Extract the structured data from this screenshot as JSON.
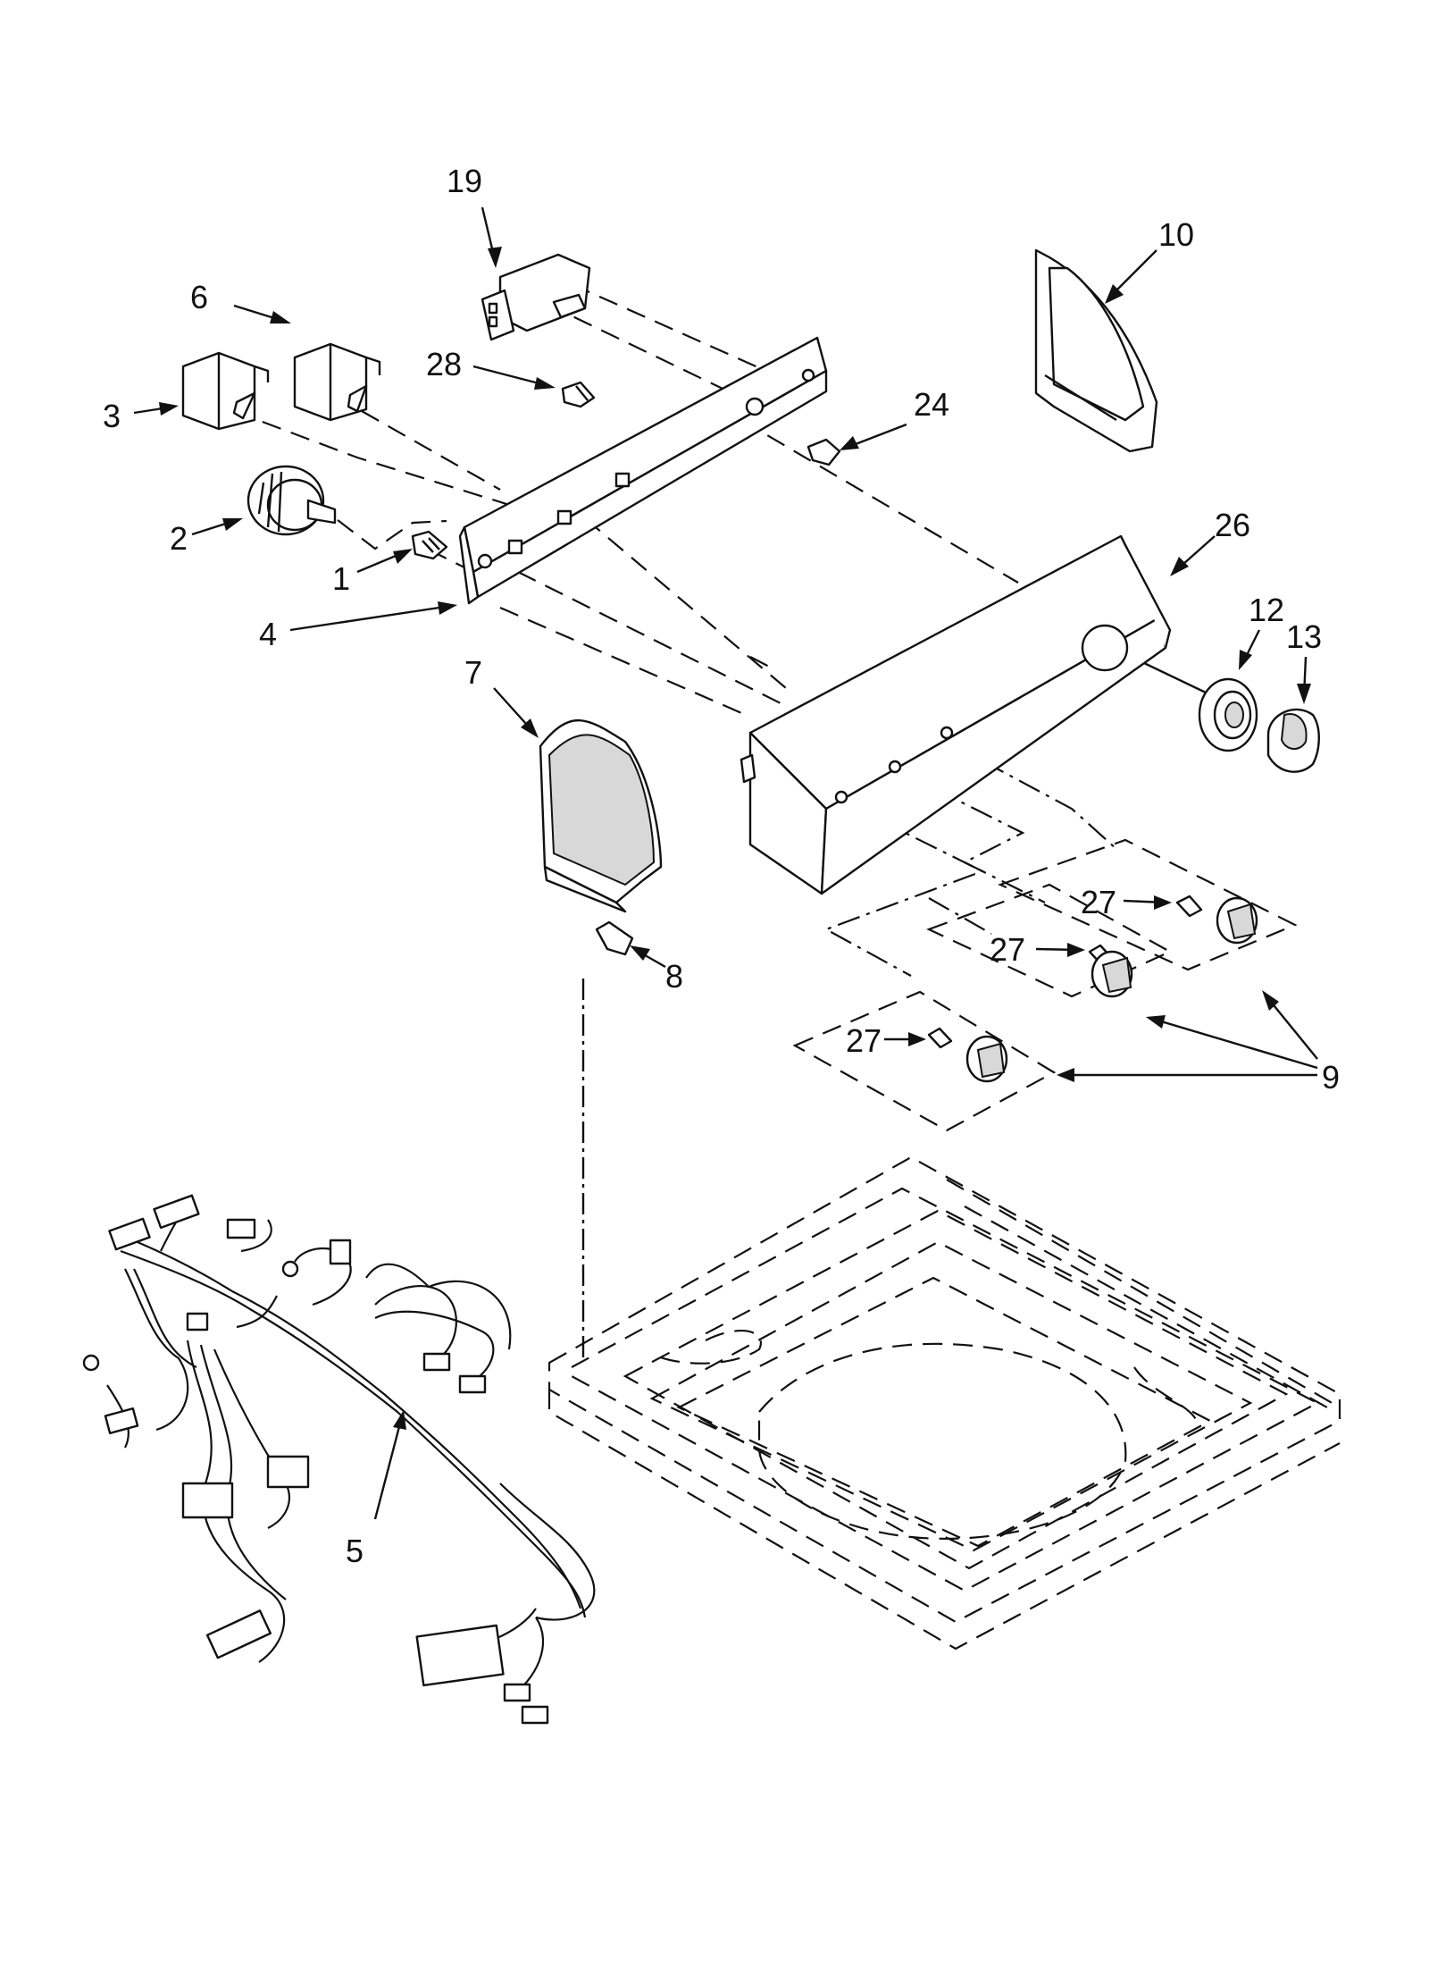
{
  "diagram": {
    "callouts": [
      {
        "id": "c19",
        "text": "19"
      },
      {
        "id": "c10",
        "text": "10"
      },
      {
        "id": "c6",
        "text": "6"
      },
      {
        "id": "c28",
        "text": "28"
      },
      {
        "id": "c3",
        "text": "3"
      },
      {
        "id": "c24",
        "text": "24"
      },
      {
        "id": "c2",
        "text": "2"
      },
      {
        "id": "c26",
        "text": "26"
      },
      {
        "id": "c1",
        "text": "1"
      },
      {
        "id": "c12",
        "text": "12"
      },
      {
        "id": "c13",
        "text": "13"
      },
      {
        "id": "c4",
        "text": "4"
      },
      {
        "id": "c7",
        "text": "7"
      },
      {
        "id": "c27a",
        "text": "27"
      },
      {
        "id": "c8",
        "text": "8"
      },
      {
        "id": "c27b",
        "text": "27"
      },
      {
        "id": "c27c",
        "text": "27"
      },
      {
        "id": "c9",
        "text": "9"
      },
      {
        "id": "c5",
        "text": "5"
      }
    ]
  }
}
